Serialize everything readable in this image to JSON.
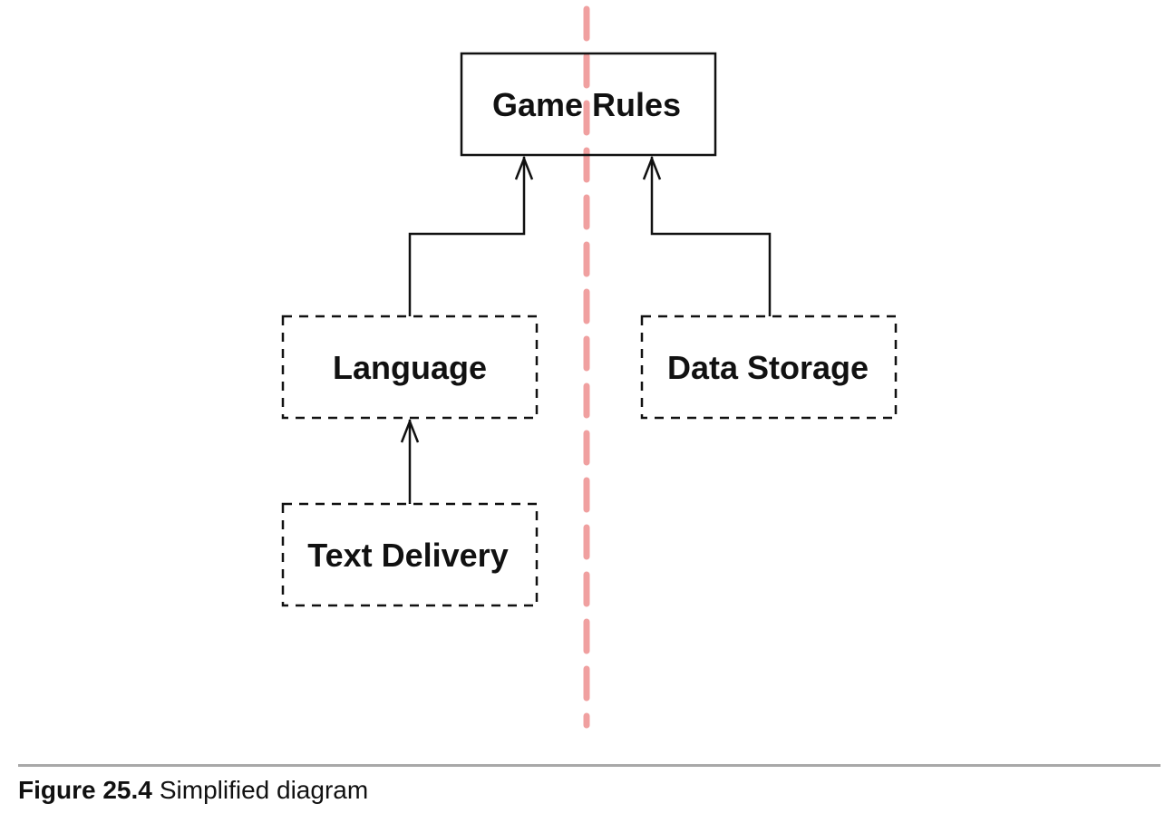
{
  "diagram": {
    "nodes": {
      "game_rules": {
        "label": "Game Rules",
        "border": "solid"
      },
      "language": {
        "label": "Language",
        "border": "dashed"
      },
      "data_storage": {
        "label": "Data Storage",
        "border": "dashed"
      },
      "text_delivery": {
        "label": "Text Delivery",
        "border": "dashed"
      }
    },
    "edges": [
      {
        "from": "language",
        "to": "game_rules"
      },
      {
        "from": "data_storage",
        "to": "game_rules"
      },
      {
        "from": "text_delivery",
        "to": "language"
      }
    ],
    "divider": {
      "style": "dashed",
      "color": "#f0a0a0"
    }
  },
  "caption": {
    "number": "Figure 25.4",
    "text": "Simplified diagram"
  }
}
